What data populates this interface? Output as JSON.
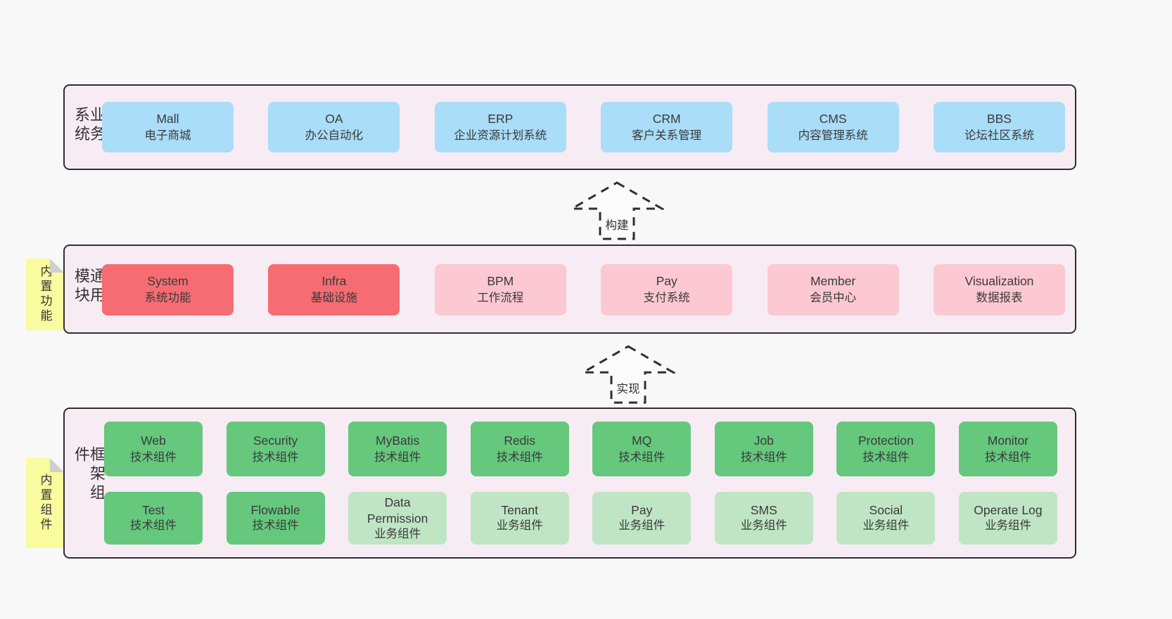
{
  "colors": {
    "page_bg": "#f8f8f8",
    "container_bg": "#f8ecf4",
    "container_border": "#2f2f2f",
    "blue_box": "#a9ddf8",
    "red_box": "#f56c72",
    "pink_box": "#fcc8d2",
    "green_box": "#65c87d",
    "green_light_box": "#bfe5c5",
    "sticky_note": "#fafa9e",
    "sticky_fold": "#cfcfcf",
    "text": "#3a3a3a"
  },
  "arrows": [
    {
      "label": "构建"
    },
    {
      "label": "实现"
    }
  ],
  "sections": {
    "business": {
      "label": "业务系统",
      "boxes": [
        {
          "title": "Mall",
          "subtitle": "电子商城"
        },
        {
          "title": "OA",
          "subtitle": "办公自动化"
        },
        {
          "title": "ERP",
          "subtitle": "企业资源计划系统"
        },
        {
          "title": "CRM",
          "subtitle": "客户关系管理"
        },
        {
          "title": "CMS",
          "subtitle": "内容管理系统"
        },
        {
          "title": "BBS",
          "subtitle": "论坛社区系统"
        }
      ]
    },
    "modules": {
      "label": "通用模块",
      "sticky": "内置功能",
      "boxes": [
        {
          "title": "System",
          "subtitle": "系统功能",
          "variant": "red"
        },
        {
          "title": "Infra",
          "subtitle": "基础设施",
          "variant": "red"
        },
        {
          "title": "BPM",
          "subtitle": "工作流程",
          "variant": "pink"
        },
        {
          "title": "Pay",
          "subtitle": "支付系统",
          "variant": "pink"
        },
        {
          "title": "Member",
          "subtitle": "会员中心",
          "variant": "pink"
        },
        {
          "title": "Visualization",
          "subtitle": "数据报表",
          "variant": "pink"
        }
      ]
    },
    "components": {
      "label": "框架组件",
      "sticky": "内置组件",
      "row1": [
        {
          "title": "Web",
          "subtitle": "技术组件"
        },
        {
          "title": "Security",
          "subtitle": "技术组件"
        },
        {
          "title": "MyBatis",
          "subtitle": "技术组件"
        },
        {
          "title": "Redis",
          "subtitle": "技术组件"
        },
        {
          "title": "MQ",
          "subtitle": "技术组件"
        },
        {
          "title": "Job",
          "subtitle": "技术组件"
        },
        {
          "title": "Protection",
          "subtitle": "技术组件"
        },
        {
          "title": "Monitor",
          "subtitle": "技术组件"
        }
      ],
      "row2": [
        {
          "title": "Test",
          "subtitle": "技术组件",
          "variant": "green"
        },
        {
          "title": "Flowable",
          "subtitle": "技术组件",
          "variant": "green"
        },
        {
          "title": "Data Permission",
          "subtitle": "业务组件",
          "variant": "green-light"
        },
        {
          "title": "Tenant",
          "subtitle": "业务组件",
          "variant": "green-light"
        },
        {
          "title": "Pay",
          "subtitle": "业务组件",
          "variant": "green-light"
        },
        {
          "title": "SMS",
          "subtitle": "业务组件",
          "variant": "green-light"
        },
        {
          "title": "Social",
          "subtitle": "业务组件",
          "variant": "green-light"
        },
        {
          "title": "Operate Log",
          "subtitle": "业务组件",
          "variant": "green-light"
        }
      ]
    }
  }
}
